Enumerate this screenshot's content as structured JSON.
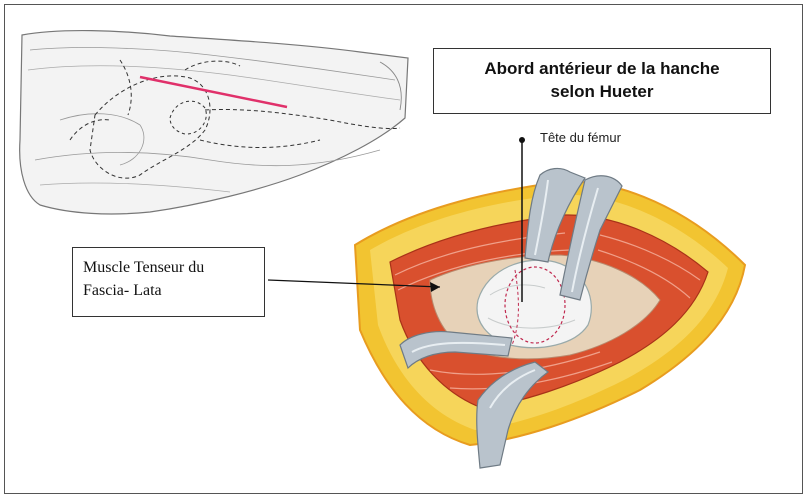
{
  "title": {
    "line1": "Abord antérieur de la hanche",
    "line2": "selon Hueter"
  },
  "labels": {
    "femur_head": "Tête du fémur",
    "muscle_line1": "Muscle Tenseur du",
    "muscle_line2": "Fascia- Lata"
  },
  "colors": {
    "incision_line": "#e0306a",
    "fat_yellow": "#f2c431",
    "muscle_red": "#d9502e",
    "retractor_gray": "#b9c3cc"
  }
}
